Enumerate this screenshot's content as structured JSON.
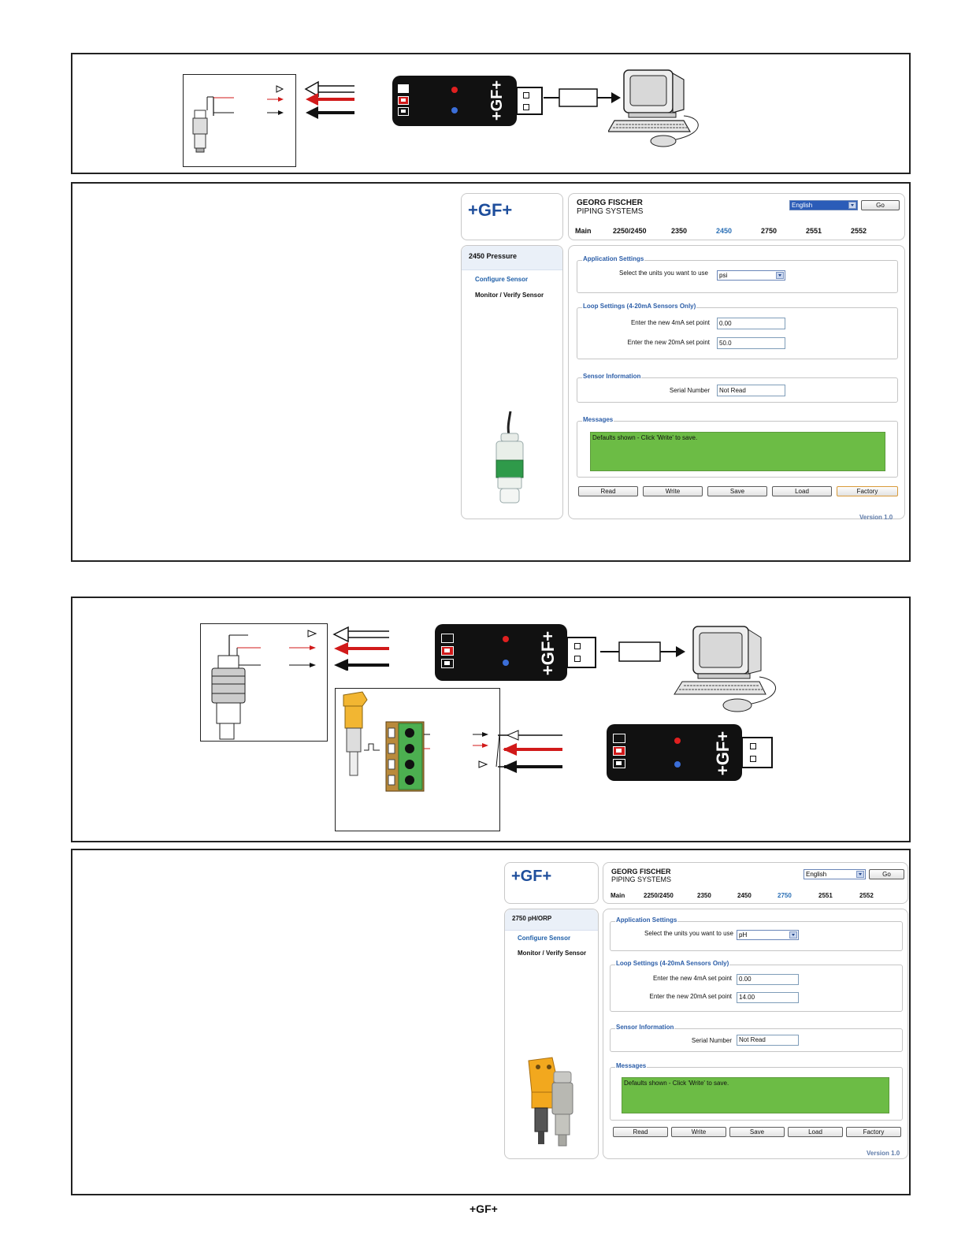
{
  "colors": {
    "brand_blue": "#1e4e9c",
    "message_green": "#6cbc45",
    "legend_blue": "#2c5ea8",
    "red_wire": "#d11a1a"
  },
  "adapter": {
    "logo": "+GF+"
  },
  "footer": {
    "logo": "+GF+"
  },
  "software_2450": {
    "logo": "+GF+",
    "brand_line1": "GEORG FISCHER",
    "brand_line2": "PIPING SYSTEMS",
    "language": "English",
    "go_label": "Go",
    "nav": [
      "Main",
      "2250/2450",
      "2350",
      "2450",
      "2750",
      "2551",
      "2552"
    ],
    "active_nav": "2450",
    "sidebar_title": "2450 Pressure",
    "sidebar_links": [
      "Configure Sensor",
      "Monitor / Verify Sensor"
    ],
    "app_settings": {
      "legend": "Application Settings",
      "units_label": "Select the units you want to use",
      "units_value": "psi"
    },
    "loop_settings": {
      "legend": "Loop Settings (4-20mA Sensors Only)",
      "label_4ma": "Enter the new 4mA set point",
      "value_4ma": "0.00",
      "label_20ma": "Enter the new 20mA set point",
      "value_20ma": "50.0"
    },
    "sensor_info": {
      "legend": "Sensor Information",
      "serial_label": "Serial Number",
      "serial_value": "Not Read"
    },
    "messages": {
      "legend": "Messages",
      "text": "Defaults shown - Click 'Write' to save."
    },
    "buttons": [
      "Read",
      "Write",
      "Save",
      "Load",
      "Factory"
    ],
    "version": "Version 1.0"
  },
  "software_2750": {
    "logo": "+GF+",
    "brand_line1": "GEORG FISCHER",
    "brand_line2": "PIPING SYSTEMS",
    "language": "English",
    "go_label": "Go",
    "nav": [
      "Main",
      "2250/2450",
      "2350",
      "2450",
      "2750",
      "2551",
      "2552"
    ],
    "active_nav": "2750",
    "sidebar_title": "2750 pH/ORP",
    "sidebar_links": [
      "Configure Sensor",
      "Monitor / Verify Sensor"
    ],
    "app_settings": {
      "legend": "Application Settings",
      "units_label": "Select the units you want to use",
      "units_value": "pH"
    },
    "loop_settings": {
      "legend": "Loop Settings (4-20mA Sensors Only)",
      "label_4ma": "Enter the new 4mA set point",
      "value_4ma": "0.00",
      "label_20ma": "Enter the new 20mA set point",
      "value_20ma": "14.00"
    },
    "sensor_info": {
      "legend": "Sensor Information",
      "serial_label": "Serial Number",
      "serial_value": "Not Read"
    },
    "messages": {
      "legend": "Messages",
      "text": "Defaults shown - Click 'Write' to save."
    },
    "buttons": [
      "Read",
      "Write",
      "Save",
      "Load",
      "Factory"
    ],
    "version": "Version 1.0"
  }
}
